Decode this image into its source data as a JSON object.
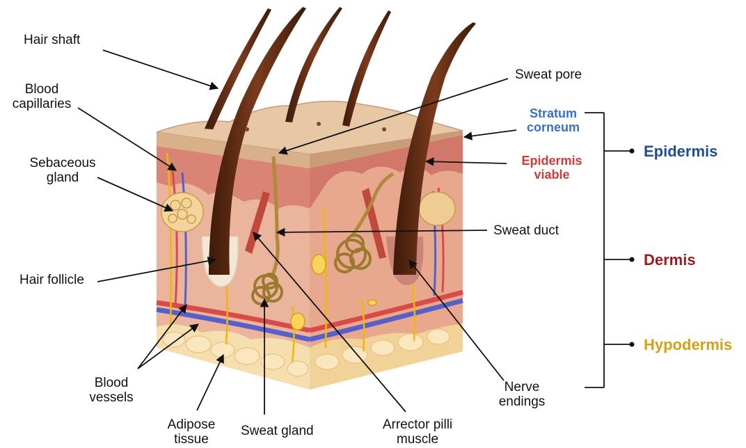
{
  "labels": {
    "hair_shaft": "Hair shaft",
    "blood_capillaries": [
      "Blood",
      "capillaries"
    ],
    "sebaceous_gland": [
      "Sebaceous",
      "gland"
    ],
    "hair_follicle": "Hair follicle",
    "blood_vessels": [
      "Blood",
      "vessels"
    ],
    "adipose_tissue": [
      "Adipose",
      "tissue"
    ],
    "sweat_gland": "Sweat gland",
    "arrector_pilli_muscle": [
      "Arrector pilli",
      "muscle"
    ],
    "nerve_endings": [
      "Nerve",
      "endings"
    ],
    "sweat_duct": "Sweat duct",
    "sweat_pore": "Sweat pore",
    "stratum_corneum": [
      "Stratum",
      "corneum"
    ],
    "epidermis_viable": [
      "Epidermis",
      "viable"
    ]
  },
  "layers": {
    "epidermis": "Epidermis",
    "dermis": "Dermis",
    "hypodermis": "Hypodermis"
  },
  "colors": {
    "epidermis": "#1f4e8c",
    "dermis": "#9b1c1c",
    "hypodermis": "#d4a017",
    "stratum_corneum": "#3b6fc2",
    "epidermis_viable": "#d03a3a",
    "hair": "#5a2a14",
    "nerve": "#f2b705",
    "artery": "#d94b4b",
    "vein": "#5660c8"
  }
}
